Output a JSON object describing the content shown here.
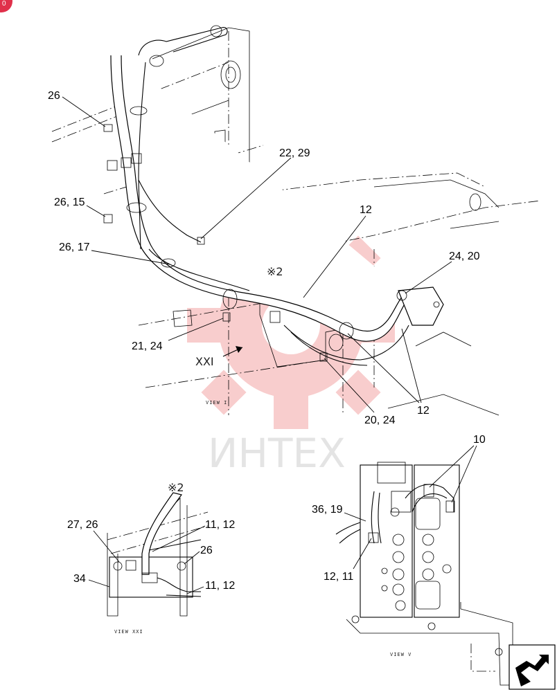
{
  "corner_badge": "0",
  "watermark": {
    "text": "ИНТЕХ",
    "color": "#f4a6a6"
  },
  "view_main": {
    "caption": "VIEW I",
    "section_mark": "※2",
    "arrow_label": "XXI",
    "callouts": {
      "c26_top": "26",
      "c22_29": "22, 29",
      "c26_15": "26, 15",
      "c12_top": "12",
      "c26_17": "26, 17",
      "c24_20": "24, 20",
      "c21_24": "21, 24",
      "c20_24": "20, 24",
      "c12_right": "12"
    }
  },
  "view_xxi": {
    "caption": "VIEW XXI",
    "section_mark": "※2",
    "callouts": {
      "c27_26": "27, 26",
      "c11_12_top": "11, 12",
      "c26": "26",
      "c34": "34",
      "c11_12_bottom": "11, 12"
    }
  },
  "view_v": {
    "caption": "VIEW V",
    "callouts": {
      "c10": "10",
      "c36_19": "36, 19",
      "c12_11": "12, 11"
    }
  },
  "nav_icon": "next-page-arrow-icon"
}
